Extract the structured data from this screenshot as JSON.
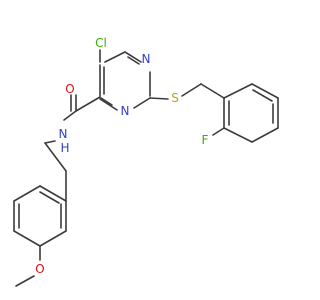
{
  "molecule": {
    "atoms": {
      "cl": {
        "text": "Cl",
        "color": "#38b000"
      },
      "n_ring_top": {
        "text": "N",
        "color": "#2f3fd6"
      },
      "n_ring_bottom": {
        "text": "N",
        "color": "#2f3fd6"
      },
      "s": {
        "text": "S",
        "color": "#b8a800"
      },
      "f": {
        "text": "F",
        "color": "#38b000"
      },
      "o_carbonyl": {
        "text": "O",
        "color": "#e01010"
      },
      "nh": {
        "text": "N",
        "color": "#2f3fd6"
      },
      "h": {
        "text": "H",
        "color": "#2f3fd6"
      },
      "o_methoxy": {
        "text": "O",
        "color": "#e01010"
      }
    }
  }
}
